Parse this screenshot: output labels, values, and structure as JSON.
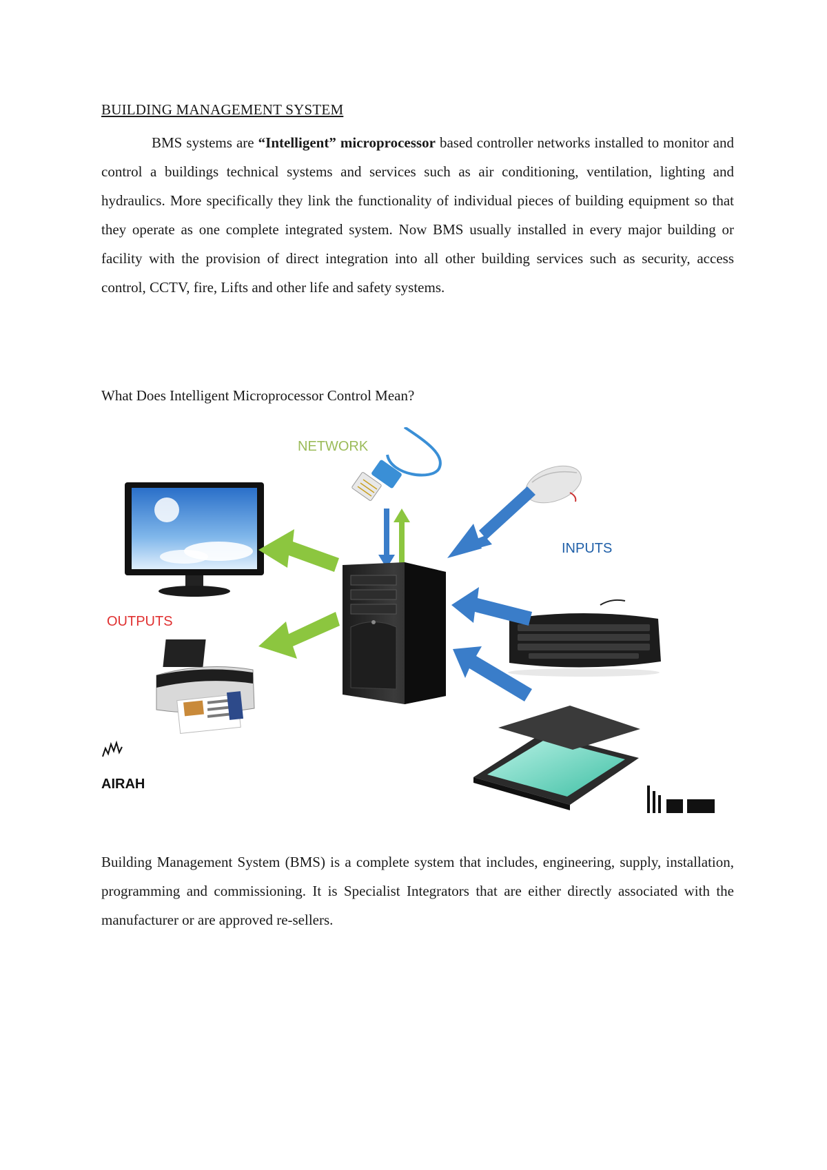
{
  "heading": "BUILDING MANAGEMENT SYSTEM",
  "para1": {
    "lead": "BMS systems are ",
    "bold1": "“Intelligent” microprocessor",
    "rest": " based controller networks installed to monitor and control a buildings technical systems and services such as air conditioning, ventilation, lighting and hydraulics. More specifically they link the functionality of individual pieces of building equipment so that they operate as one complete integrated system. Now BMS usually installed in every major building or facility with the provision of direct integration into all other building services such as security, access control, CCTV, fire, Lifts and other life and safety systems."
  },
  "subheading": "What Does Intelligent Microprocessor Control Mean?",
  "diagram": {
    "network_label": "NETWORK",
    "inputs_label": "INPUTS",
    "outputs_label": "OUTPUTS",
    "logo_left_text": "AIRAH",
    "colors": {
      "network": "#9bbb59",
      "inputs": "#1f5fa8",
      "outputs": "#e03030",
      "green_arrow": "#8cc63f",
      "blue_arrow": "#3a7dc9"
    }
  },
  "para2": "Building Management System (BMS) is a complete system that includes, engineering, supply, installation, programming and commissioning. It is Specialist Integrators that are either directly associated with the manufacturer or are approved re-sellers."
}
